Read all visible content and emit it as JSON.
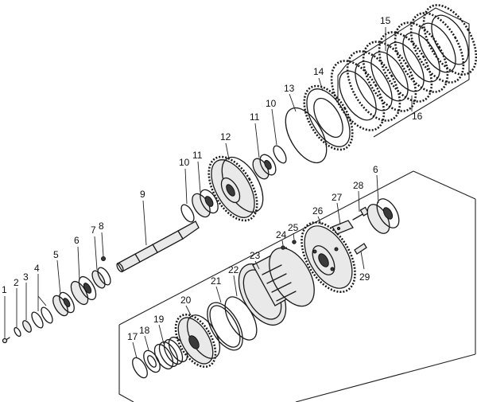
{
  "diagram": {
    "parts": [
      {
        "key": "p1",
        "number": "1"
      },
      {
        "key": "p2",
        "number": "2"
      },
      {
        "key": "p3",
        "number": "3"
      },
      {
        "key": "p4",
        "number": "4"
      },
      {
        "key": "p5",
        "number": "5"
      },
      {
        "key": "p6",
        "number": "6"
      },
      {
        "key": "p7",
        "number": "7"
      },
      {
        "key": "p8",
        "number": "8"
      },
      {
        "key": "p9",
        "number": "9"
      },
      {
        "key": "p10a",
        "number": "10"
      },
      {
        "key": "p11a",
        "number": "11"
      },
      {
        "key": "p12",
        "number": "12"
      },
      {
        "key": "p11b",
        "number": "11"
      },
      {
        "key": "p10b",
        "number": "10"
      },
      {
        "key": "p13",
        "number": "13"
      },
      {
        "key": "p14",
        "number": "14"
      },
      {
        "key": "p15",
        "number": "15"
      },
      {
        "key": "p16",
        "number": "16"
      },
      {
        "key": "p17",
        "number": "17"
      },
      {
        "key": "p18",
        "number": "18"
      },
      {
        "key": "p19",
        "number": "19"
      },
      {
        "key": "p20",
        "number": "20"
      },
      {
        "key": "p21",
        "number": "21"
      },
      {
        "key": "p22",
        "number": "22"
      },
      {
        "key": "p23",
        "number": "23"
      },
      {
        "key": "p24",
        "number": "24"
      },
      {
        "key": "p25",
        "number": "25"
      },
      {
        "key": "p26",
        "number": "26"
      },
      {
        "key": "p27",
        "number": "27"
      },
      {
        "key": "p28",
        "number": "28"
      },
      {
        "key": "p29",
        "number": "29"
      },
      {
        "key": "p6b",
        "number": "6"
      }
    ]
  }
}
